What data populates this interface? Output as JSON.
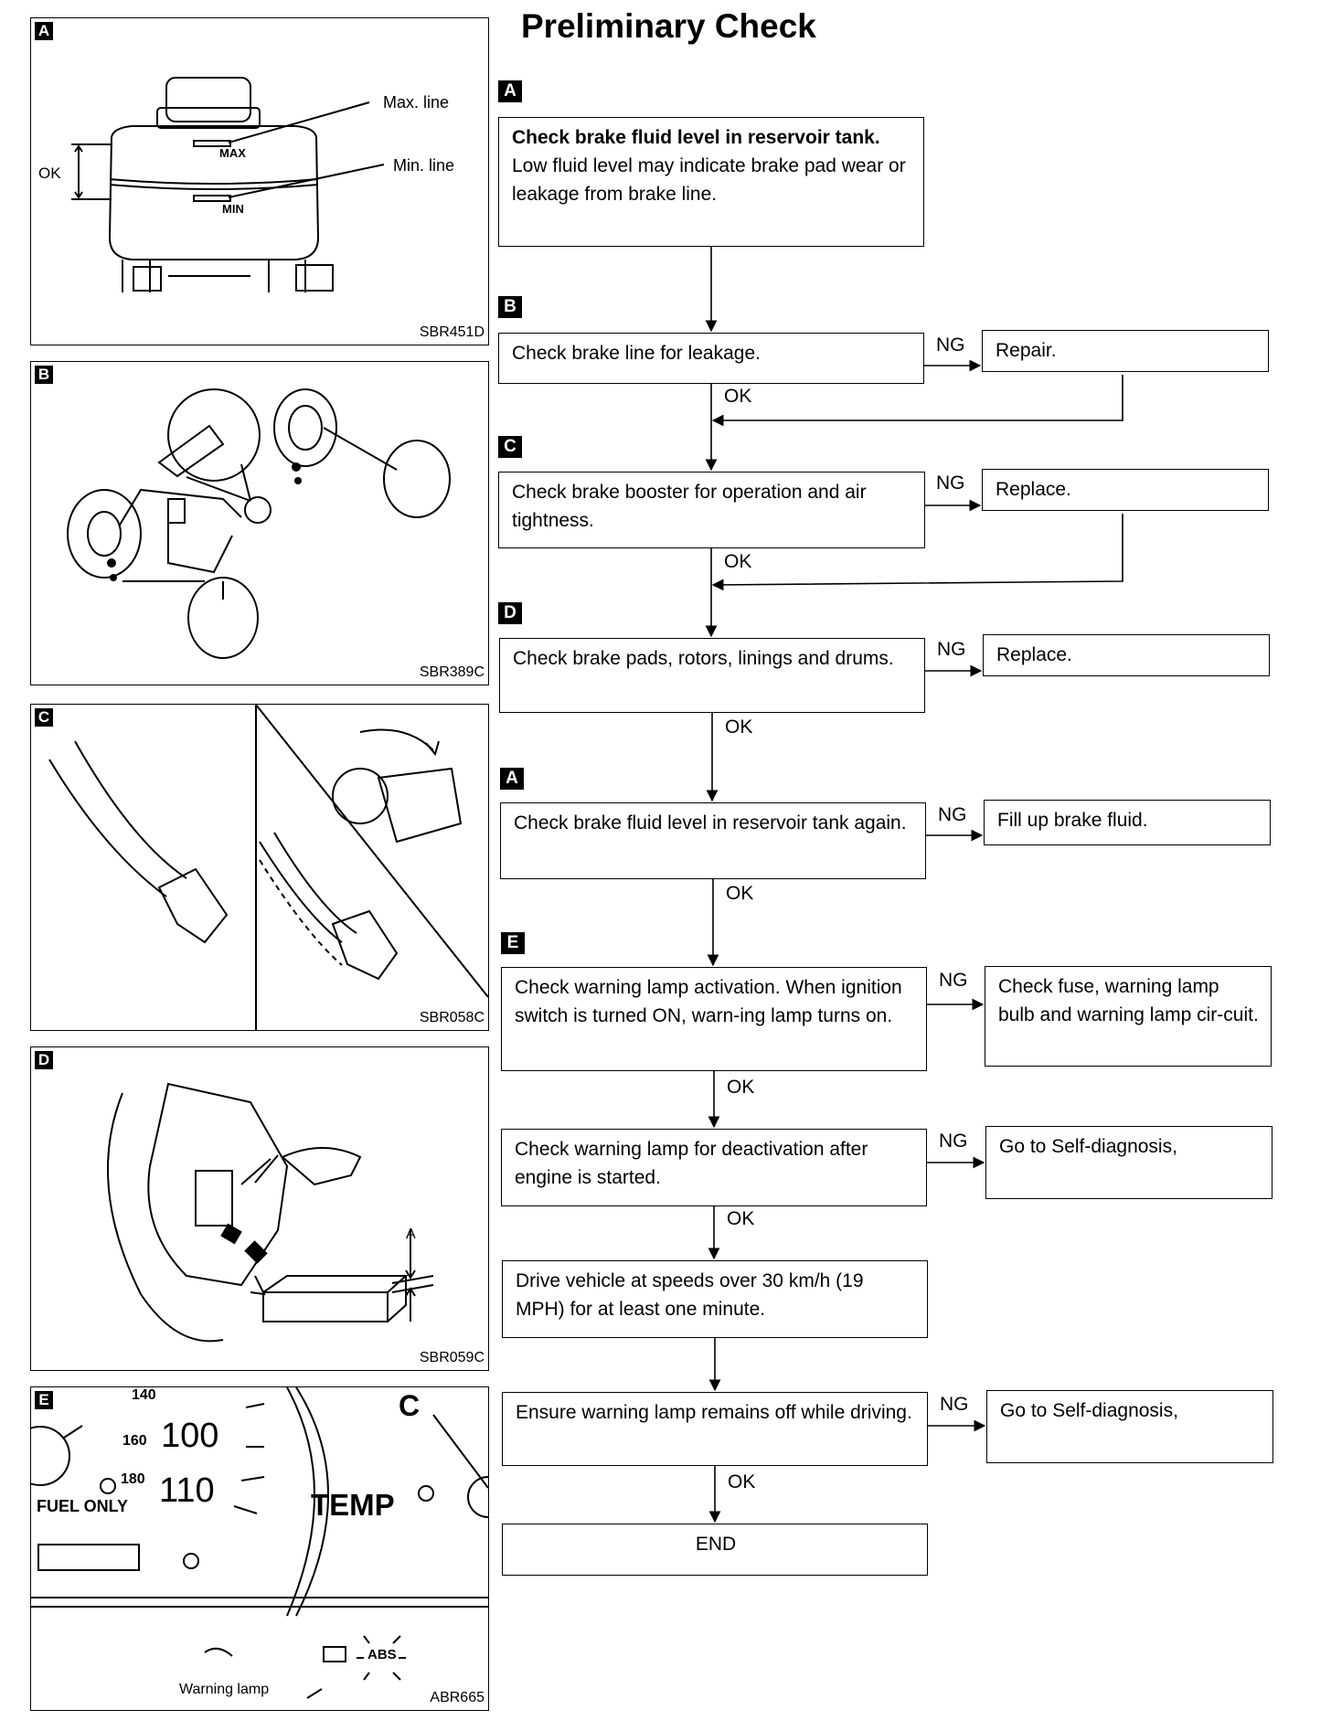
{
  "page": {
    "title": "Preliminary Check"
  },
  "panels": [
    {
      "label": "A",
      "ref": "SBR451D",
      "max_line": "Max. line",
      "min_line": "Min. line",
      "ok": "OK",
      "max": "MAX",
      "min": "MIN"
    },
    {
      "label": "B",
      "ref": "SBR389C"
    },
    {
      "label": "C",
      "ref": "SBR058C"
    },
    {
      "label": "D",
      "ref": "SBR059C",
      "a": "A"
    },
    {
      "label": "E",
      "ref": "ABR665",
      "speed_140": "140",
      "speed_160": "160",
      "speed_100": "100",
      "speed_180": "180",
      "speed_110": "110",
      "fuel": "FUEL ONLY",
      "temp": "TEMP",
      "c": "C",
      "abs": "ABS",
      "warning_lamp": "Warning lamp"
    }
  ],
  "flow": {
    "step_labels": [
      "A",
      "B",
      "C",
      "D",
      "A",
      "E"
    ],
    "steps": [
      {
        "bold": "Check brake fluid level in reservoir tank.",
        "text": "Low fluid level may indicate brake pad wear or leakage from brake line."
      },
      {
        "text": "Check brake line for leakage.",
        "ng_action": "Repair."
      },
      {
        "text": "Check brake booster for operation and air tightness.",
        "ng_action": "Replace."
      },
      {
        "text": "Check brake pads, rotors, linings and drums.",
        "ng_action": "Replace."
      },
      {
        "text": "Check brake fluid level in reservoir tank again.",
        "ng_action": "Fill up brake fluid."
      },
      {
        "text": "Check warning lamp activation. When ignition switch is turned ON, warn-ing lamp turns on.",
        "ng_action": "Check fuse, warning lamp bulb and warning lamp cir-cuit."
      },
      {
        "text": "Check warning lamp for deactivation after engine is started.",
        "ng_action": "Go to Self-diagnosis,"
      },
      {
        "text": "Drive vehicle at speeds over 30 km/h (19 MPH) for at least one minute."
      },
      {
        "text": "Ensure warning lamp remains off while driving.",
        "ng_action": "Go to Self-diagnosis,"
      },
      {
        "text": "END"
      }
    ],
    "ok": "OK",
    "ng": "NG"
  }
}
